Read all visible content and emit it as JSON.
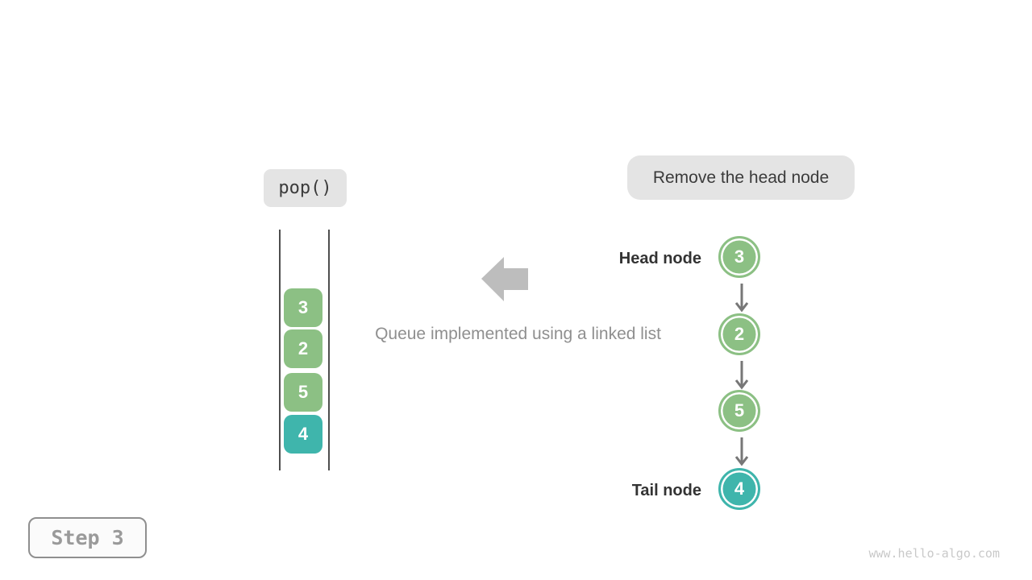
{
  "operation_label": "pop()",
  "annotation": "Remove the head node",
  "caption": "Queue implemented using a linked list",
  "step_badge": "Step 3",
  "watermark": "www.hello-algo.com",
  "queue_stack": {
    "items": [
      {
        "value": "3",
        "color": "#8cc084"
      },
      {
        "value": "2",
        "color": "#8cc084"
      },
      {
        "value": "5",
        "color": "#8cc084"
      },
      {
        "value": "4",
        "color": "#3fb5ac"
      }
    ]
  },
  "linked_list": {
    "head_label": "Head node",
    "tail_label": "Tail node",
    "nodes": [
      {
        "value": "3",
        "color": "#8cc084"
      },
      {
        "value": "2",
        "color": "#8cc084"
      },
      {
        "value": "5",
        "color": "#8cc084"
      },
      {
        "value": "4",
        "color": "#3fb5ac"
      }
    ]
  },
  "colors": {
    "node_green": "#8cc084",
    "node_teal": "#3fb5ac",
    "label_background": "#e4e4e4",
    "dark_text": "#3b3b3b",
    "caption_gray": "#8f8f8f",
    "big_arrow_gray": "#bdbdbd",
    "connector_gray": "#777777",
    "channel_line": "#4e4e4e",
    "watermark_gray": "#c9c9c9"
  }
}
